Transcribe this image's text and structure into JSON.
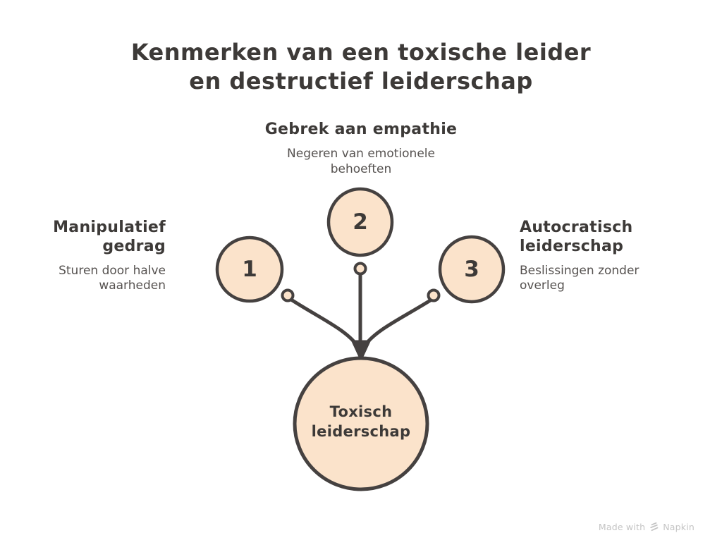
{
  "title": {
    "line1": "Kenmerken van een toxische leider",
    "line2": "en destructief leiderschap"
  },
  "diagram": {
    "type": "radial-convergence",
    "center": {
      "label": "Toxisch leiderschap"
    },
    "items": [
      {
        "number": "1",
        "heading": "Manipulatief gedrag",
        "description": "Sturen door halve waarheden",
        "position": "left"
      },
      {
        "number": "2",
        "heading": "Gebrek aan empathie",
        "description": "Negeren van emotionele behoeften",
        "position": "top"
      },
      {
        "number": "3",
        "heading": "Autocratisch leiderschap",
        "description": "Beslissingen zonder overleg",
        "position": "right"
      }
    ]
  },
  "watermark": {
    "prefix": "Made with",
    "brand": "Napkin"
  },
  "colors": {
    "node_fill": "#fbe3cb",
    "node_stroke": "#454140",
    "text_dark": "#3d3a38",
    "text_muted": "#565250",
    "watermark": "#c4c4c4"
  }
}
